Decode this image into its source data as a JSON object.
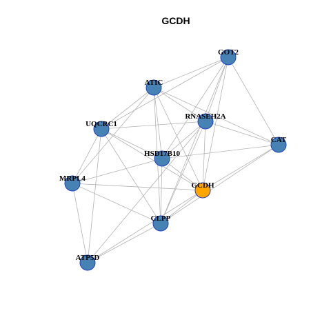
{
  "figure": {
    "title": "GCDH"
  },
  "colors": {
    "node_fill": "#4682b4",
    "node_stroke": "#1f3fbf",
    "highlight_fill": "#ffa500",
    "highlight_stroke": "#1f3fbf",
    "edge": "#b3b3b3"
  },
  "network": {
    "highlight": "GCDH",
    "nodes": [
      {
        "id": "GOT2",
        "label": "GOT2"
      },
      {
        "id": "ATIC",
        "label": "ATIC"
      },
      {
        "id": "RNASEH2A",
        "label": "RNASEH2A"
      },
      {
        "id": "UQCRC1",
        "label": "UQCRC1"
      },
      {
        "id": "CAT",
        "label": "CAT"
      },
      {
        "id": "HSD17B10",
        "label": "HSD17B10"
      },
      {
        "id": "MRPL4",
        "label": "MRPL4"
      },
      {
        "id": "GCDH",
        "label": "GCDH"
      },
      {
        "id": "CLPP",
        "label": "CLPP"
      },
      {
        "id": "ATP5D",
        "label": "ATP5D"
      }
    ],
    "edges": [
      [
        "GOT2",
        "ATIC"
      ],
      [
        "GOT2",
        "UQCRC1"
      ],
      [
        "GOT2",
        "RNASEH2A"
      ],
      [
        "GOT2",
        "HSD17B10"
      ],
      [
        "GOT2",
        "GCDH"
      ],
      [
        "GOT2",
        "CLPP"
      ],
      [
        "GOT2",
        "CAT"
      ],
      [
        "ATIC",
        "UQCRC1"
      ],
      [
        "ATIC",
        "RNASEH2A"
      ],
      [
        "ATIC",
        "HSD17B10"
      ],
      [
        "ATIC",
        "GCDH"
      ],
      [
        "ATIC",
        "CLPP"
      ],
      [
        "ATIC",
        "MRPL4"
      ],
      [
        "ATIC",
        "CAT"
      ],
      [
        "RNASEH2A",
        "UQCRC1"
      ],
      [
        "RNASEH2A",
        "HSD17B10"
      ],
      [
        "RNASEH2A",
        "GCDH"
      ],
      [
        "RNASEH2A",
        "CLPP"
      ],
      [
        "RNASEH2A",
        "CAT"
      ],
      [
        "RNASEH2A",
        "ATP5D"
      ],
      [
        "UQCRC1",
        "HSD17B10"
      ],
      [
        "UQCRC1",
        "MRPL4"
      ],
      [
        "UQCRC1",
        "GCDH"
      ],
      [
        "UQCRC1",
        "CLPP"
      ],
      [
        "UQCRC1",
        "ATP5D"
      ],
      [
        "HSD17B10",
        "CAT"
      ],
      [
        "HSD17B10",
        "CLPP"
      ],
      [
        "HSD17B10",
        "MRPL4"
      ],
      [
        "HSD17B10",
        "GCDH"
      ],
      [
        "MRPL4",
        "GCDH"
      ],
      [
        "MRPL4",
        "CLPP"
      ],
      [
        "MRPL4",
        "ATP5D"
      ],
      [
        "CAT",
        "GCDH"
      ],
      [
        "CAT",
        "CLPP"
      ],
      [
        "GCDH",
        "CLPP"
      ],
      [
        "GCDH",
        "ATP5D"
      ],
      [
        "CLPP",
        "ATP5D"
      ]
    ]
  }
}
